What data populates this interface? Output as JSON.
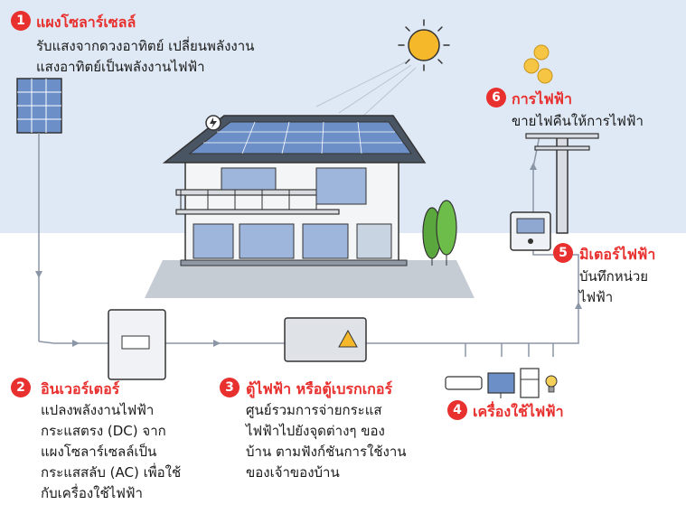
{
  "items": [
    {
      "num": "1",
      "title": "แผงโซลาร์เซลล์",
      "lines": [
        "รับแสงจากดวงอาทิตย์ เปลี่ยนพลังงาน",
        "แสงอาทิตย์เป็นพลังงานไฟฟ้า"
      ]
    },
    {
      "num": "2",
      "title": "อินเวอร์เตอร์",
      "lines": [
        "แปลงพลังงานไฟฟ้า",
        "กระแสตรง (DC) จาก",
        "แผงโซลาร์เซลล์เป็น",
        "กระแสสลับ (AC) เพื่อใช้",
        "กับเครื่องใช้ไฟฟ้า"
      ]
    },
    {
      "num": "3",
      "title": "ตู้ไฟฟ้า หรือตู้เบรกเกอร์",
      "lines": [
        "ศูนย์รวมการจ่ายกระแส",
        "ไฟฟ้าไปยังจุดต่างๆ ของ",
        "บ้าน ตามฟังก์ชันการใช้งาน",
        "ของเจ้าของบ้าน"
      ]
    },
    {
      "num": "4",
      "title": "เครื่องใช้ไฟฟ้า",
      "lines": []
    },
    {
      "num": "5",
      "title": "มิเตอร์ไฟฟ้า",
      "lines": [
        "บันทึกหน่วย",
        "ไฟฟ้า"
      ]
    },
    {
      "num": "6",
      "title": "การไฟฟ้า",
      "lines": [
        "ขายไฟคืนให้การไฟฟ้า"
      ]
    }
  ],
  "colors": {
    "sky": "#dfe9f5",
    "accent_red": "#e8302e",
    "line": "#8a95a6",
    "solar_blue": "#6c8fc8",
    "sun": "#f6b82b",
    "tree_green": "#5aa83d"
  }
}
